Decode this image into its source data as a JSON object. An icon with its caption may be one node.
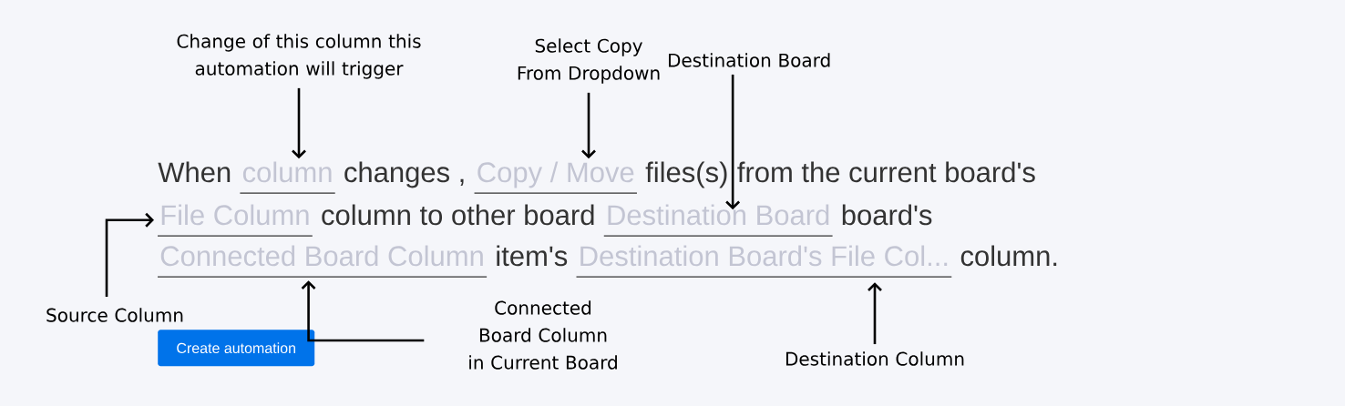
{
  "diagram": {
    "nodes": [
      {
        "text": [
          "Change of this column this automation will trigger"
        ]
      },
      {
        "text": [
          "column"
        ]
      },
      {
        "text": [
          "Select Copy From Dropdown"
        ]
      },
      {
        "text": [
          "Copy / Move"
        ]
      },
      {
        "text": [
          "Destination Board"
        ]
      },
      {
        "text": [
          "Destination Board"
        ]
      },
      {
        "text": [
          "Source Column"
        ]
      },
      {
        "text": [
          "File Column"
        ]
      },
      {
        "text": [
          "Connected Board Column in Current Board"
        ]
      },
      {
        "text": [
          "Connected Board Column"
        ]
      },
      {
        "text": [
          "Destination Column"
        ]
      },
      {
        "text": [
          "Destination Board's File Col..."
        ]
      }
    ],
    "edges": [
      {
        "from": 0,
        "to": 1,
        "arrow": "to"
      },
      {
        "from": 2,
        "to": 3,
        "arrow": "to"
      },
      {
        "from": 4,
        "to": 5,
        "arrow": "to"
      },
      {
        "from": 6,
        "to": 7,
        "arrow": "to"
      },
      {
        "from": 8,
        "to": 9,
        "arrow": "to"
      },
      {
        "from": 10,
        "to": 11,
        "arrow": "to"
      }
    ],
    "labels": [
      "When",
      "changes ,",
      "files(s)",
      "from the current board's",
      "column to other board",
      "board's",
      "item's",
      "column.",
      "Create automation"
    ]
  }
}
